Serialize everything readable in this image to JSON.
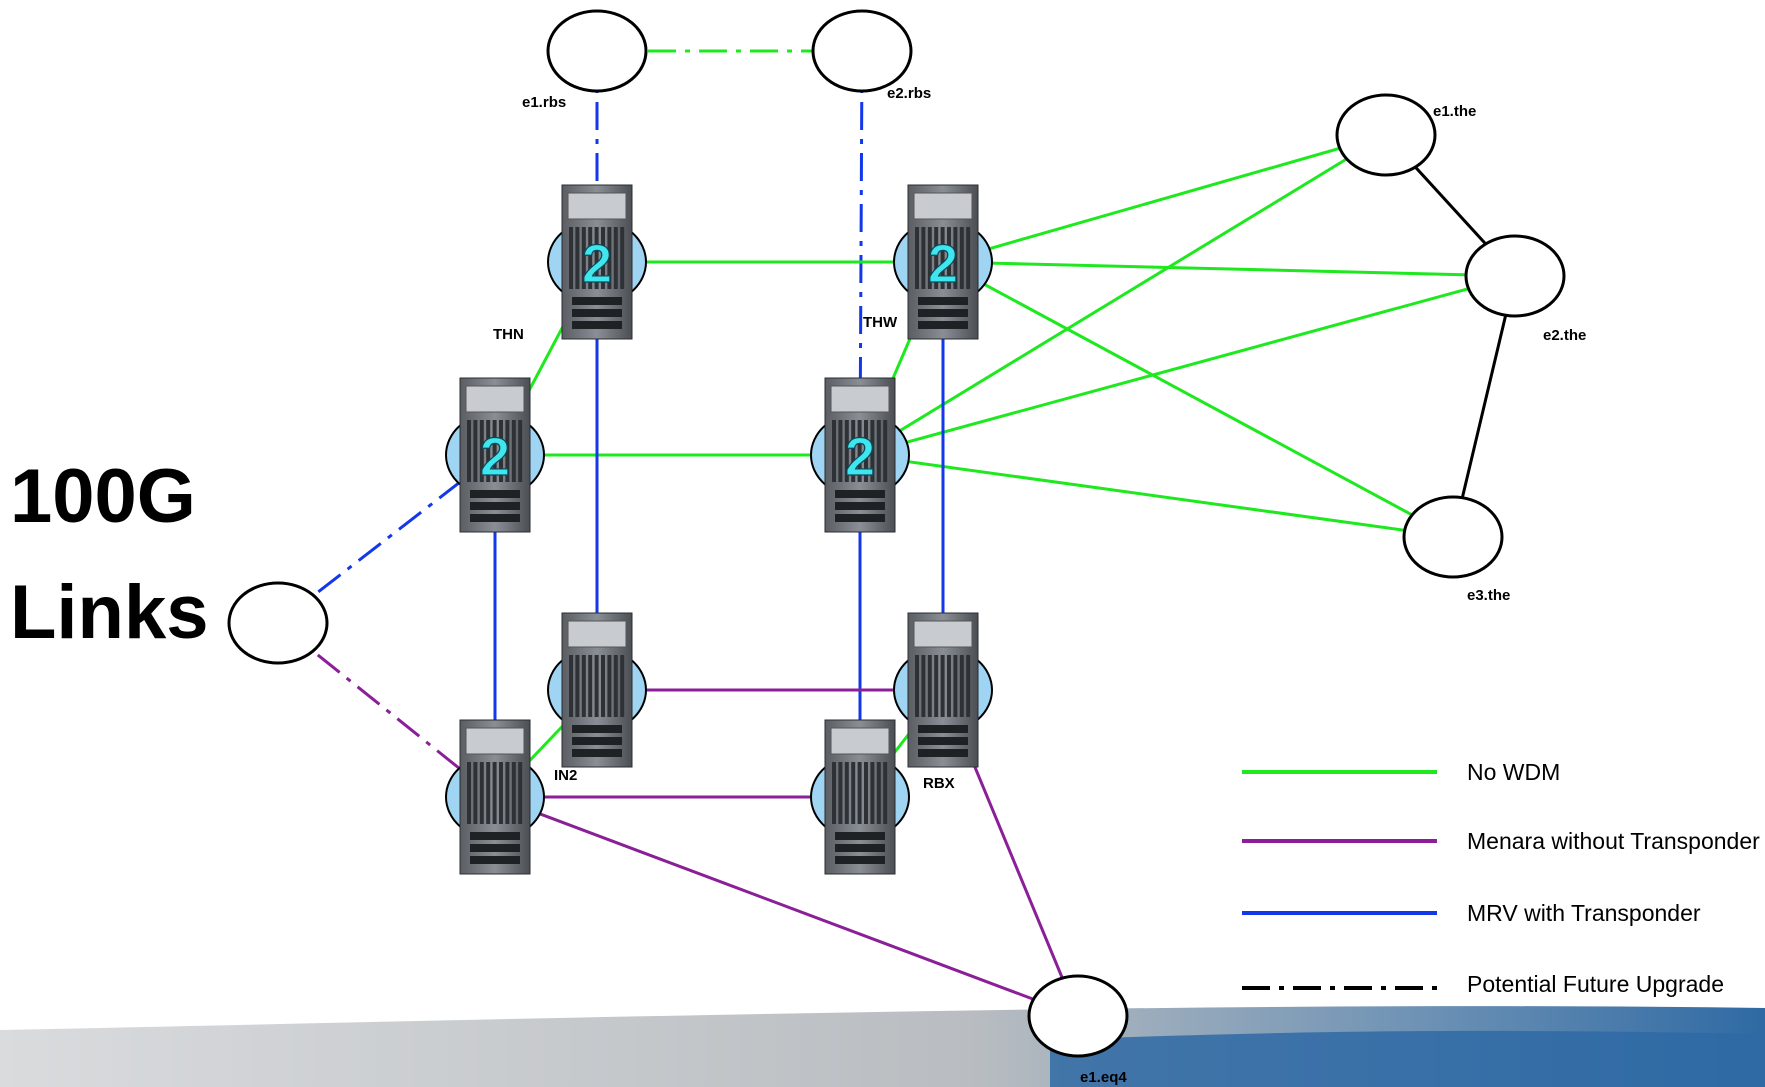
{
  "title_lines": [
    "100G",
    "Links"
  ],
  "colors": {
    "no_wdm": "#1ee81e",
    "menara": "#8a1f98",
    "mrv": "#1238ea",
    "future": "#000000",
    "router_halo": "#9fd4f2",
    "badge_text": "#3fe6ee",
    "footer_gray": "#c9cccf",
    "footer_blue": "#2f6aa4"
  },
  "nodes": [
    {
      "id": "e1.rbs",
      "label": "e1.rbs"
    },
    {
      "id": "e2.rbs",
      "label": "e2.rbs"
    },
    {
      "id": "e1.the",
      "label": "e1.the"
    },
    {
      "id": "e2.the",
      "label": "e2.the"
    },
    {
      "id": "e3.the",
      "label": "e3.the"
    },
    {
      "id": "e1.eq4",
      "label": "e1.eq4"
    },
    {
      "id": "ext",
      "label": ""
    }
  ],
  "routers": [
    {
      "id": "thn-top",
      "badge": "2"
    },
    {
      "id": "thw-top",
      "badge": "2"
    },
    {
      "id": "thn-mid",
      "badge": "2"
    },
    {
      "id": "thw-mid",
      "badge": "2"
    },
    {
      "id": "in2-back",
      "badge": ""
    },
    {
      "id": "rbx-back",
      "badge": ""
    },
    {
      "id": "in2-front",
      "badge": ""
    },
    {
      "id": "rbx-front",
      "badge": ""
    }
  ],
  "site_labels": [
    {
      "id": "thn",
      "text": "THN"
    },
    {
      "id": "thw",
      "text": "THW"
    },
    {
      "id": "in2",
      "text": "IN2"
    },
    {
      "id": "rbx",
      "text": "RBX"
    }
  ],
  "links": [
    {
      "from": "e1.rbs",
      "to": "e2.rbs",
      "type": "no_wdm",
      "future": true
    },
    {
      "from": "e1.rbs",
      "to": "thn-top",
      "type": "mrv",
      "future": true
    },
    {
      "from": "e2.rbs",
      "to": "thw-mid",
      "type": "mrv",
      "future": true
    },
    {
      "from": "thn-top",
      "to": "thw-top",
      "type": "no_wdm",
      "future": false
    },
    {
      "from": "thn-top",
      "to": "thn-mid",
      "type": "no_wdm",
      "future": false
    },
    {
      "from": "thw-top",
      "to": "thw-mid",
      "type": "no_wdm",
      "future": false
    },
    {
      "from": "thn-mid",
      "to": "thw-mid",
      "type": "no_wdm",
      "future": false
    },
    {
      "from": "thw-top",
      "to": "e1.the",
      "type": "no_wdm",
      "future": false
    },
    {
      "from": "thw-top",
      "to": "e2.the",
      "type": "no_wdm",
      "future": false
    },
    {
      "from": "thw-top",
      "to": "e3.the",
      "type": "no_wdm",
      "future": false
    },
    {
      "from": "thw-mid",
      "to": "e1.the",
      "type": "no_wdm",
      "future": false
    },
    {
      "from": "thw-mid",
      "to": "e2.the",
      "type": "no_wdm",
      "future": false
    },
    {
      "from": "thw-mid",
      "to": "e3.the",
      "type": "no_wdm",
      "future": false
    },
    {
      "from": "e1.the",
      "to": "e2.the",
      "type": "plain",
      "future": false
    },
    {
      "from": "e2.the",
      "to": "e3.the",
      "type": "plain",
      "future": false
    },
    {
      "from": "thn-top",
      "to": "in2-back",
      "type": "mrv",
      "future": false
    },
    {
      "from": "thn-mid",
      "to": "in2-front",
      "type": "mrv",
      "future": false
    },
    {
      "from": "thw-top",
      "to": "rbx-back",
      "type": "mrv",
      "future": false
    },
    {
      "from": "thw-mid",
      "to": "rbx-front",
      "type": "mrv",
      "future": false
    },
    {
      "from": "in2-back",
      "to": "rbx-back",
      "type": "menara",
      "future": false
    },
    {
      "from": "in2-front",
      "to": "rbx-front",
      "type": "menara",
      "future": false
    },
    {
      "from": "in2-front",
      "to": "in2-back",
      "type": "no_wdm",
      "future": false
    },
    {
      "from": "rbx-front",
      "to": "rbx-back",
      "type": "no_wdm",
      "future": false
    },
    {
      "from": "in2-front",
      "to": "e1.eq4",
      "type": "menara",
      "future": false
    },
    {
      "from": "rbx-back",
      "to": "e1.eq4",
      "type": "menara",
      "future": false
    },
    {
      "from": "ext",
      "to": "thn-mid",
      "type": "mrv",
      "future": true
    },
    {
      "from": "ext",
      "to": "in2-front",
      "type": "menara",
      "future": true
    }
  ],
  "legend": [
    {
      "type": "no_wdm",
      "label": "No WDM",
      "dashed": false
    },
    {
      "type": "menara",
      "label": "Menara without Transponder",
      "dashed": false
    },
    {
      "type": "mrv",
      "label": "MRV with Transponder",
      "dashed": false
    },
    {
      "type": "future",
      "label": "Potential Future Upgrade",
      "dashed": true
    }
  ]
}
